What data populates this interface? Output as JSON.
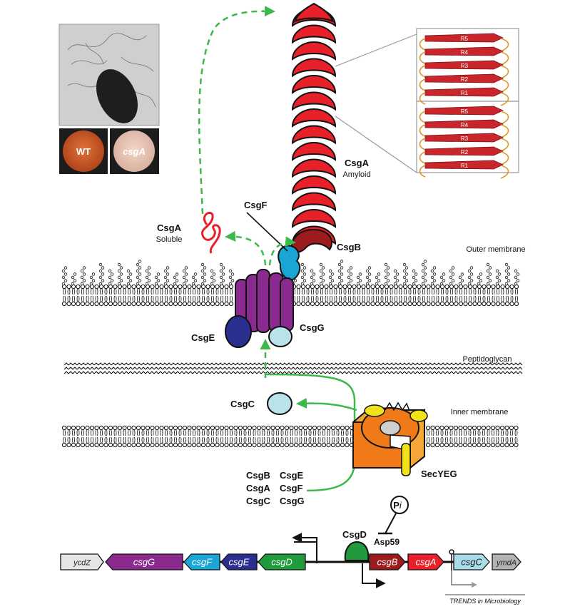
{
  "labels": {
    "csga_amyloid_name": "CsgA",
    "csga_amyloid_sub": "Amyloid",
    "csga_soluble_name": "CsgA",
    "csga_soluble_sub": "Soluble",
    "csgf": "CsgF",
    "csgb": "CsgB",
    "csge": "CsgE",
    "csgg": "CsgG",
    "csgc": "CsgC",
    "secyeg": "SecYEG",
    "csgd": "CsgD",
    "asp59": "Asp59",
    "pi_p": "P",
    "pi_i": "i",
    "outer_membrane": "Outer membrane",
    "peptidoglycan": "Peptidoglycan",
    "inner_membrane": "Inner membrane",
    "wt_plate": "WT",
    "csga_plate": "csgA",
    "credit": "TRENDS in Microbiology"
  },
  "exported_proteins": [
    [
      "CsgB",
      "CsgE"
    ],
    [
      "CsgA",
      "CsgF"
    ],
    [
      "CsgC",
      "CsgG"
    ]
  ],
  "repeats": [
    "R5",
    "R4",
    "R3",
    "R2",
    "R1"
  ],
  "genes": [
    {
      "name": "ycdZ",
      "color": "#e6e6e6",
      "text": "#222222"
    },
    {
      "name": "csgG",
      "color": "#8a2a8f",
      "text": "#ffffff"
    },
    {
      "name": "csgF",
      "color": "#1aa6d4",
      "text": "#ffffff"
    },
    {
      "name": "csgE",
      "color": "#2a2f8f",
      "text": "#ffffff"
    },
    {
      "name": "csgD",
      "color": "#1f9a3c",
      "text": "#ffffff"
    },
    {
      "name": "csgB",
      "color": "#9b1b1f",
      "text": "#ffffff"
    },
    {
      "name": "csgA",
      "color": "#e8202a",
      "text": "#ffffff"
    },
    {
      "name": "csgC",
      "color": "#a8dce8",
      "text": "#222222"
    },
    {
      "name": "ymdA",
      "color": "#b3b3b3",
      "text": "#222222"
    }
  ],
  "colors": {
    "csga": "#e8202a",
    "csgb": "#9b1b1f",
    "csgf": "#1aa6d4",
    "csgg": "#b9e3ea",
    "csge": "#2a2f8f",
    "pore": "#8a2a8f",
    "csgd": "#1f9a3c",
    "sec_orange": "#f07a1a",
    "sec_light": "#f5a637",
    "sec_yellow": "#f2e21a",
    "arrow_green": "#3db84a"
  }
}
